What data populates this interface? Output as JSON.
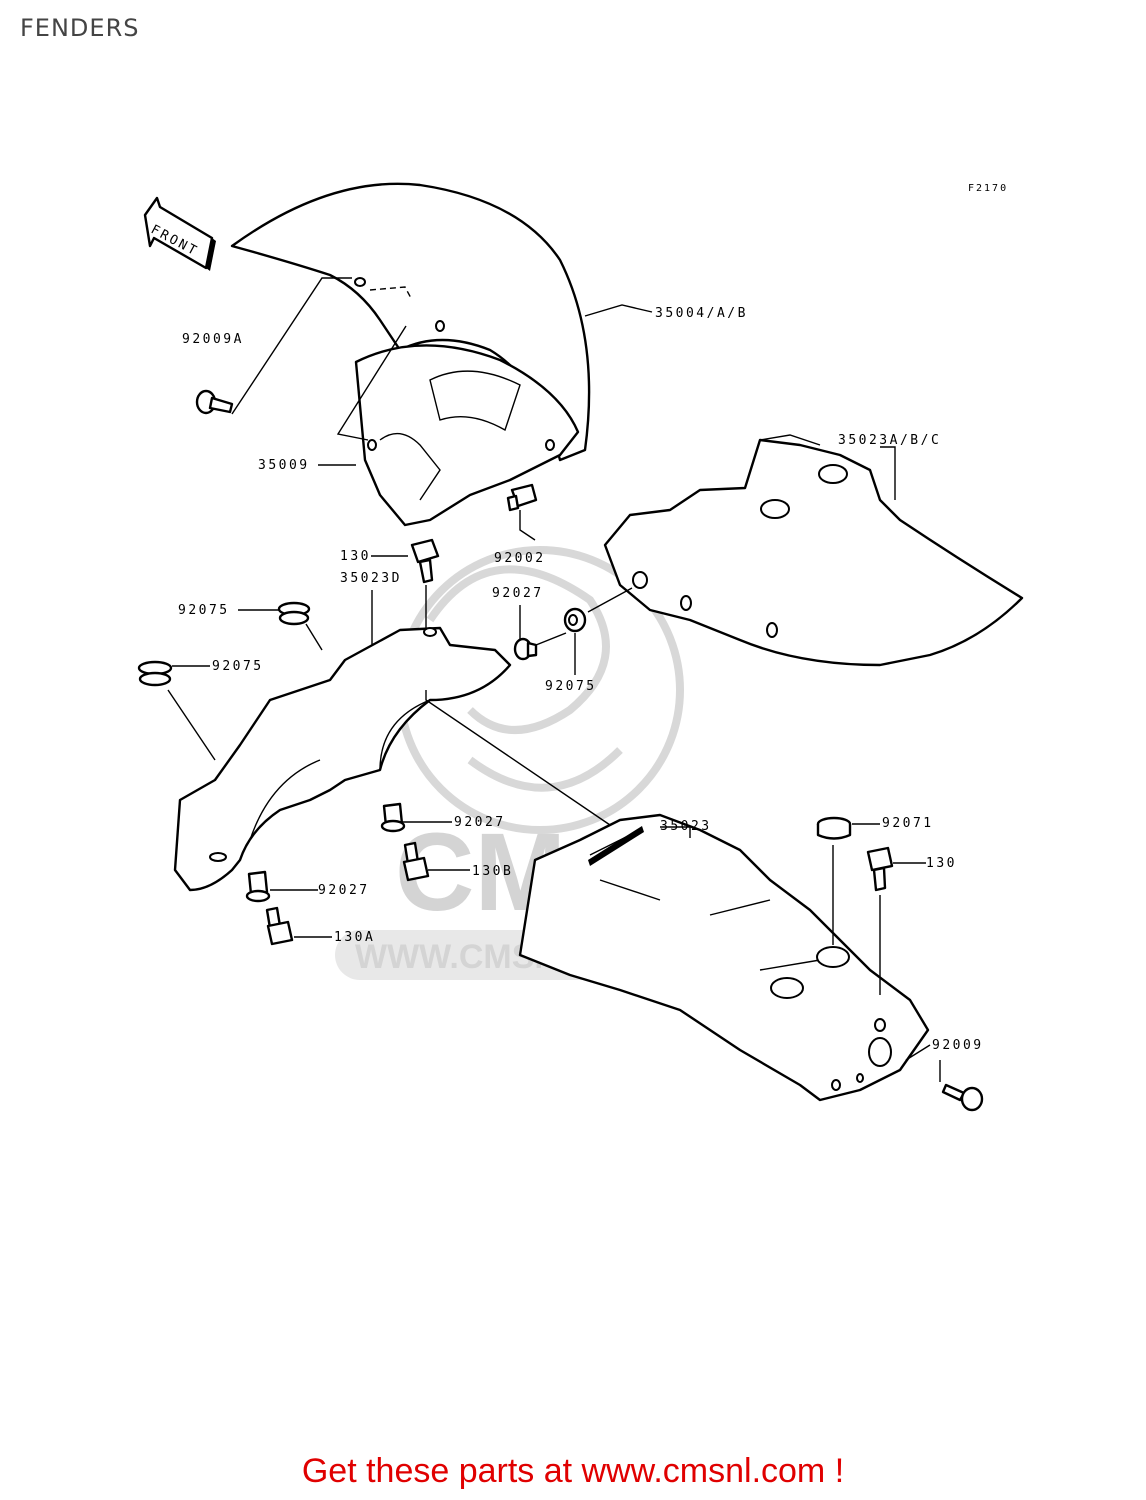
{
  "page": {
    "title": "FENDERS"
  },
  "figure": {
    "code": "F2170"
  },
  "front_arrow": {
    "text": "FRONT"
  },
  "watermark": {
    "text": "CMS",
    "url": "WWW.CMSNL.COM"
  },
  "callouts": [
    {
      "id": "35004",
      "text": "35004/A/B"
    },
    {
      "id": "92009A",
      "text": "92009A"
    },
    {
      "id": "35009",
      "text": "35009"
    },
    {
      "id": "35023ABC",
      "text": "35023A/B/C"
    },
    {
      "id": "92002",
      "text": "92002"
    },
    {
      "id": "130-top",
      "text": "130"
    },
    {
      "id": "35023D",
      "text": "35023D"
    },
    {
      "id": "92027-top",
      "text": "92027"
    },
    {
      "id": "92075-a",
      "text": "92075"
    },
    {
      "id": "92075-b",
      "text": "92075"
    },
    {
      "id": "92075-c",
      "text": "92075"
    },
    {
      "id": "35023",
      "text": "35023"
    },
    {
      "id": "92071",
      "text": "92071"
    },
    {
      "id": "130-right",
      "text": "130"
    },
    {
      "id": "92027-mid",
      "text": "92027"
    },
    {
      "id": "130B",
      "text": "130B"
    },
    {
      "id": "92027-low",
      "text": "92027"
    },
    {
      "id": "130A",
      "text": "130A"
    },
    {
      "id": "92009",
      "text": "92009"
    }
  ],
  "footer": {
    "cta": "Get these parts at www.cmsnl.com !"
  },
  "colors": {
    "cta": "#e00000",
    "line": "#000000",
    "watermark": "#d4d4d4"
  }
}
